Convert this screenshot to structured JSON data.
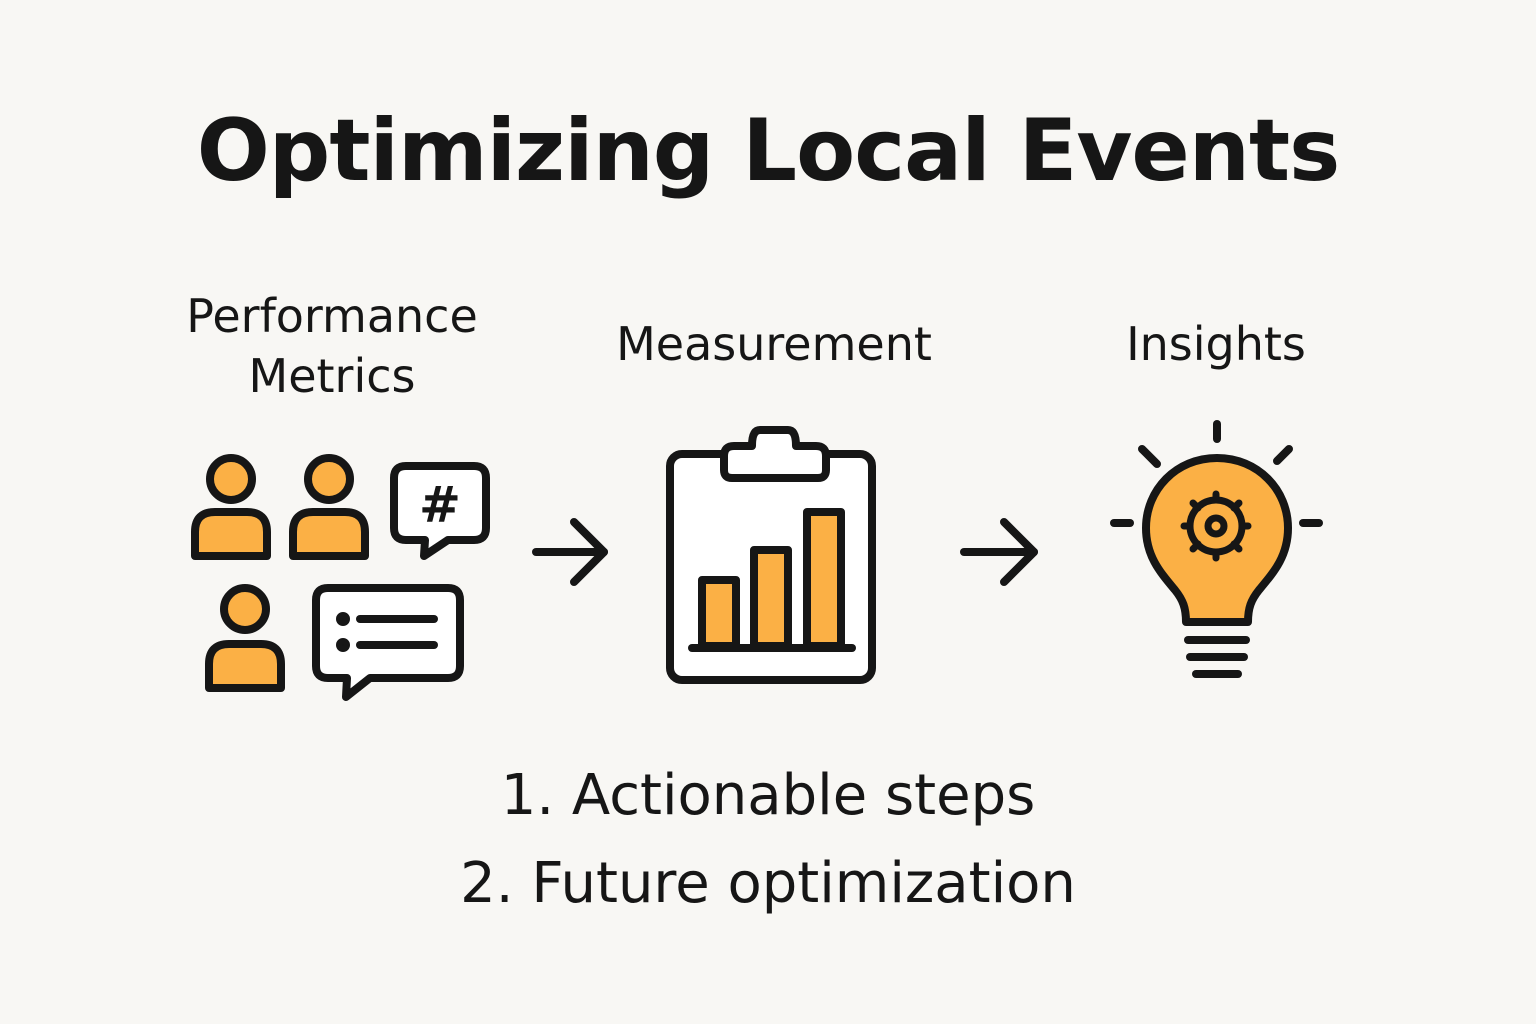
{
  "title": "Optimizing Local Events",
  "stages": [
    {
      "label_lines": [
        "Performance",
        "Metrics"
      ],
      "icon": "people-feedback-icon"
    },
    {
      "label_lines": [
        "Measurement"
      ],
      "icon": "clipboard-bar-chart-icon"
    },
    {
      "label_lines": [
        "Insights"
      ],
      "icon": "lightbulb-gear-icon"
    }
  ],
  "connectors": [
    "arrow-right-icon",
    "arrow-right-icon"
  ],
  "speech_bubble_symbol": "#",
  "steps": [
    "1. Actionable steps",
    "2. Future optimization"
  ],
  "colors": {
    "background": "#f8f7f4",
    "accent": "#fbb045",
    "ink": "#161616"
  }
}
